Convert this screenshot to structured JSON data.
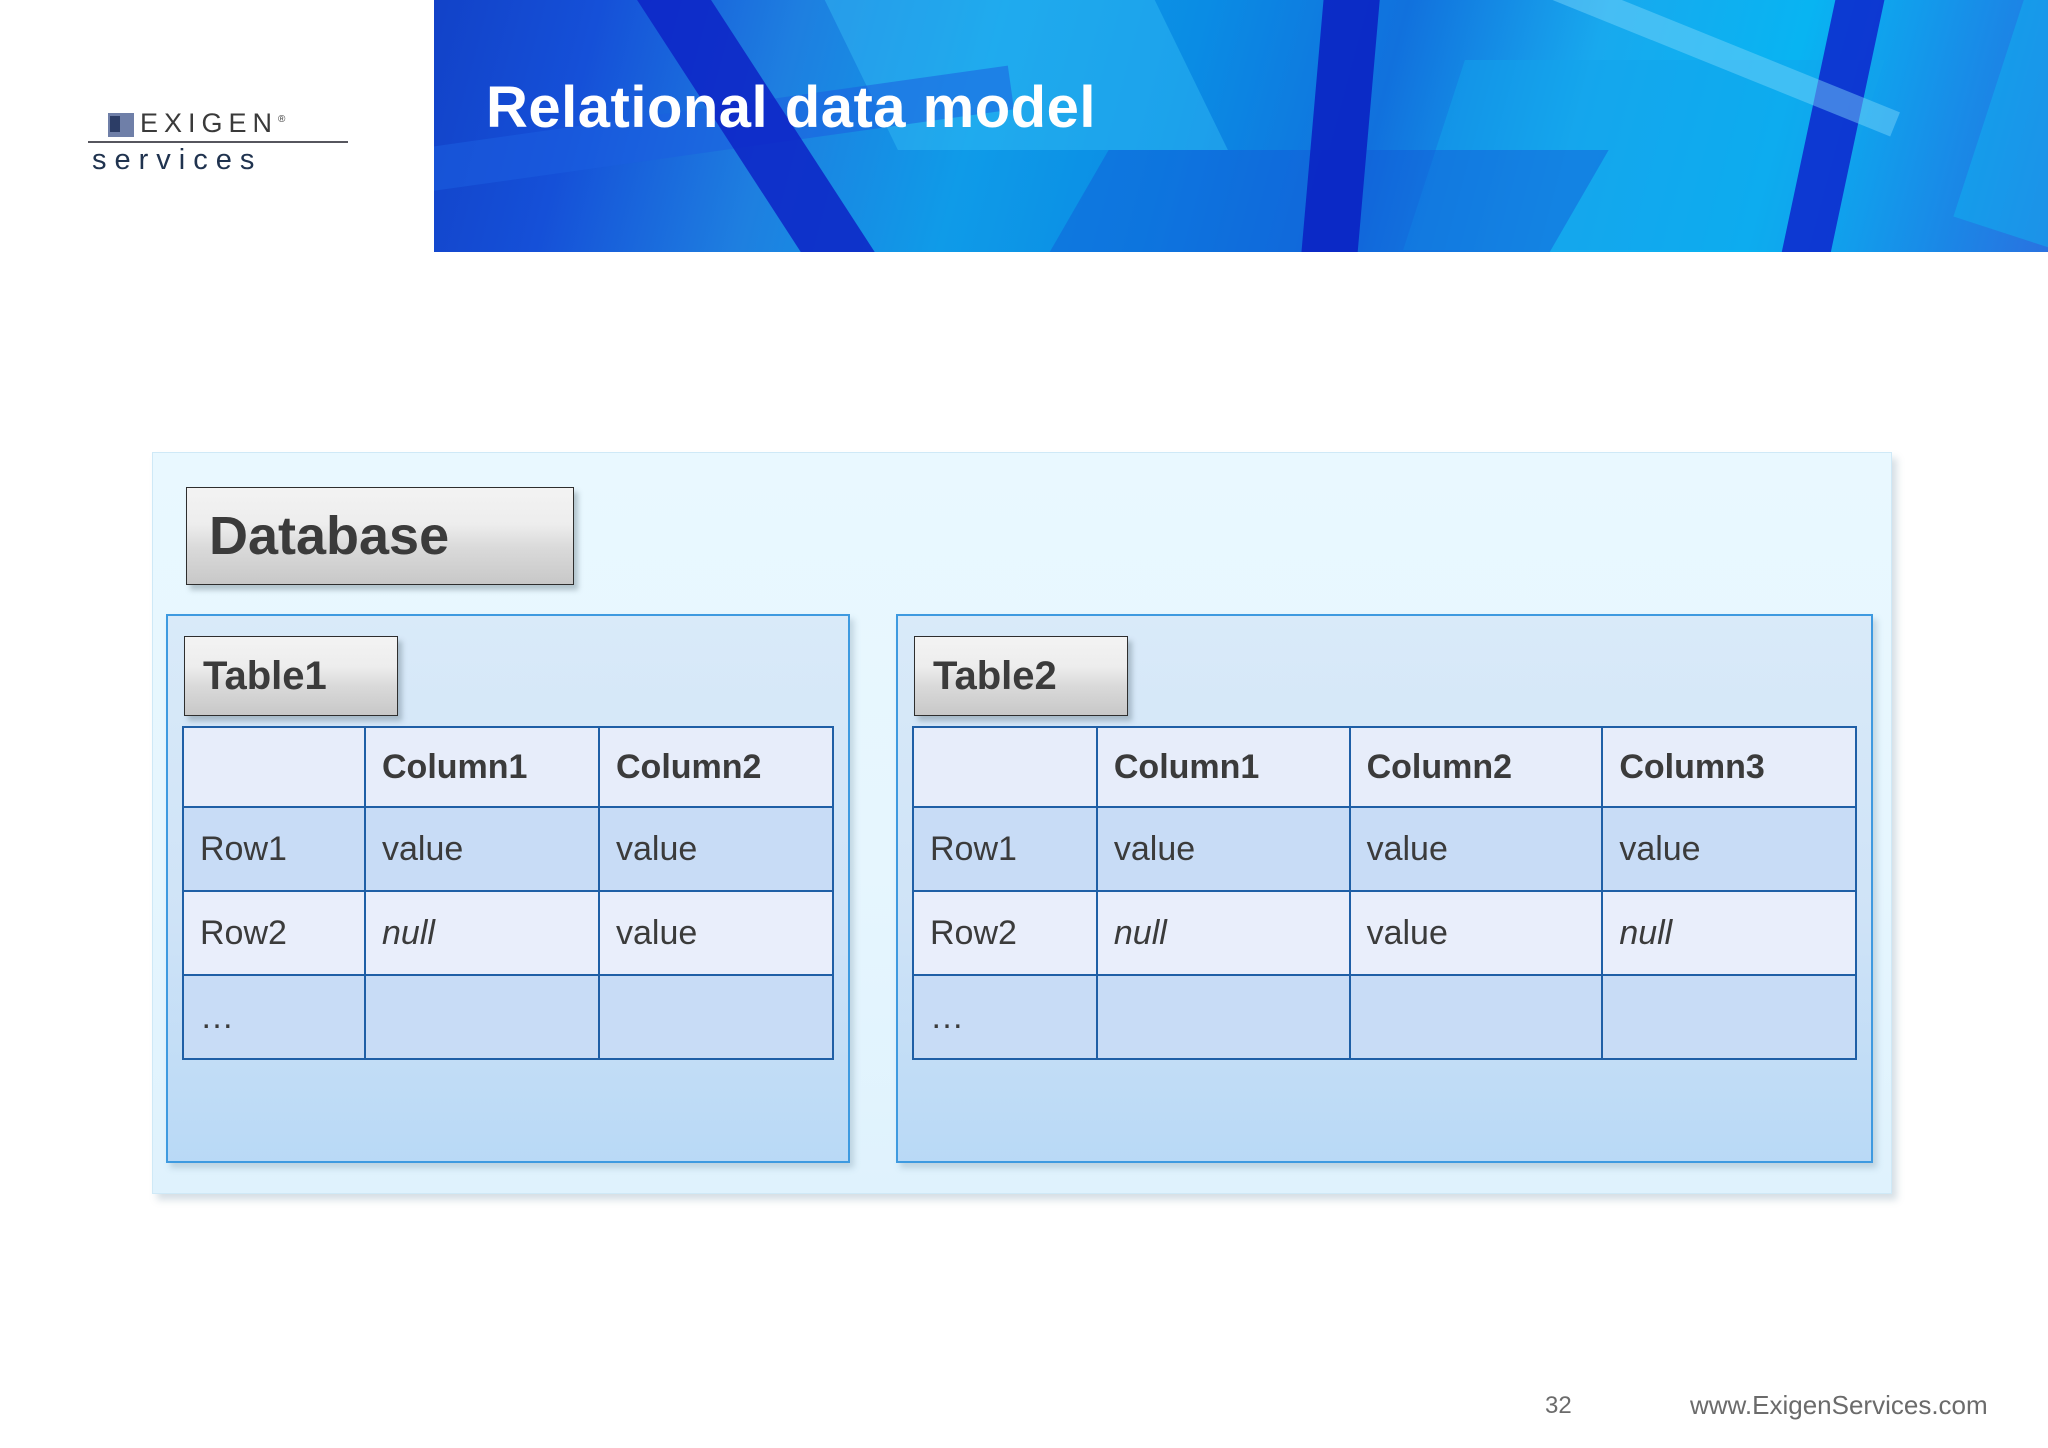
{
  "slide": {
    "title": "Relational data model",
    "page_number": "32",
    "website": "www.ExigenServices.com"
  },
  "logo": {
    "wordmark": "EXIGEN",
    "registered": "®",
    "subtitle": "services"
  },
  "diagram": {
    "database_label": "Database",
    "tables": [
      {
        "name": "Table1",
        "headers": [
          "",
          "Column1",
          "Column2"
        ],
        "rows": [
          {
            "label": "Row1",
            "cells": [
              {
                "text": "value",
                "null": false
              },
              {
                "text": "value",
                "null": false
              }
            ]
          },
          {
            "label": "Row2",
            "cells": [
              {
                "text": "null",
                "null": true
              },
              {
                "text": "value",
                "null": false
              }
            ]
          },
          {
            "label": "…",
            "cells": [
              {
                "text": "",
                "null": false
              },
              {
                "text": "",
                "null": false
              }
            ]
          }
        ]
      },
      {
        "name": "Table2",
        "headers": [
          "",
          "Column1",
          "Column2",
          "Column3"
        ],
        "rows": [
          {
            "label": "Row1",
            "cells": [
              {
                "text": "value",
                "null": false
              },
              {
                "text": "value",
                "null": false
              },
              {
                "text": "value",
                "null": false
              }
            ]
          },
          {
            "label": "Row2",
            "cells": [
              {
                "text": "null",
                "null": true
              },
              {
                "text": "value",
                "null": false
              },
              {
                "text": "null",
                "null": true
              }
            ]
          },
          {
            "label": "…",
            "cells": [
              {
                "text": "",
                "null": false
              },
              {
                "text": "",
                "null": false
              },
              {
                "text": "",
                "null": false
              }
            ]
          }
        ]
      }
    ]
  },
  "colors": {
    "banner_blue": "#1550d8",
    "banner_cyan": "#08b4f2",
    "panel_border": "#3e9ae0",
    "grid_border": "#1f5fa6",
    "row_odd": "#c8dcf6",
    "row_even": "#e9eefb",
    "header_cell": "#e7edfa",
    "chip_text": "#3b3b3b",
    "null_text": "#9aa0a8",
    "footer_text": "#6b6b6b"
  }
}
